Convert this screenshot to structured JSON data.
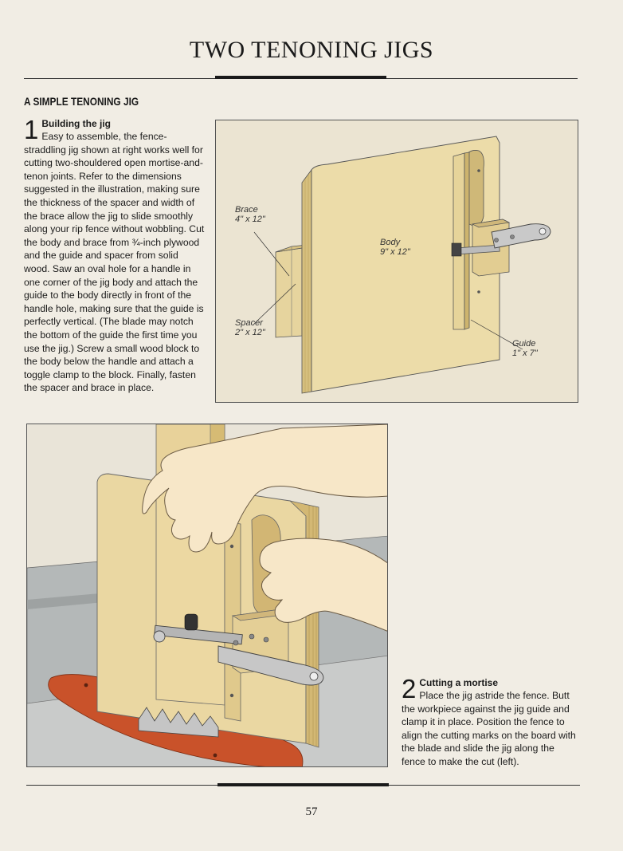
{
  "header": {
    "title": "TWO TENONING JIGS"
  },
  "section": {
    "heading": "A SIMPLE TENONING JIG"
  },
  "step1": {
    "number": "1",
    "title": "Building the jig",
    "body": "Easy to assemble, the fence-straddling jig shown at right works well for cutting two-shouldered open mortise-and-tenon joints. Refer to the dimensions suggested in the illustration, making sure the thickness of the spacer and width of the brace allow the jig to slide smoothly along your rip fence without wobbling. Cut the body and brace from ¾-inch plywood and the guide and spacer from solid wood. Saw an oval hole for a handle in one corner of the jig body and attach the guide to the body directly in front of the handle hole, making sure that the guide is perfectly vertical. (The blade may notch the bottom of the guide the first time you use the jig.) Screw a small wood block to the body below the handle and attach a toggle clamp to the block. Finally, fasten the spacer and brace in place."
  },
  "figure1": {
    "labels": {
      "brace_name": "Brace",
      "brace_dim": "4\" x 12\"",
      "body_name": "Body",
      "body_dim": "9\" x 12\"",
      "spacer_name": "Spacer",
      "spacer_dim": "2\" x 12\"",
      "guide_name": "Guide",
      "guide_dim": "1\" x 7\""
    }
  },
  "step2": {
    "number": "2",
    "title": "Cutting a mortise",
    "body": "Place the jig astride the fence. Butt the workpiece against the jig guide and clamp it in place. Position the fence to align the cutting marks on the board with the blade and slide the jig along the fence to make the cut ",
    "body_italic": "(left)",
    "body_end": "."
  },
  "footer": {
    "page_number": "57"
  },
  "colors": {
    "paper": "#f1ede4",
    "wood": "#e8d7a5",
    "wood_edge": "#cdb774",
    "table": "#a9adad",
    "insert": "#c9522a"
  }
}
